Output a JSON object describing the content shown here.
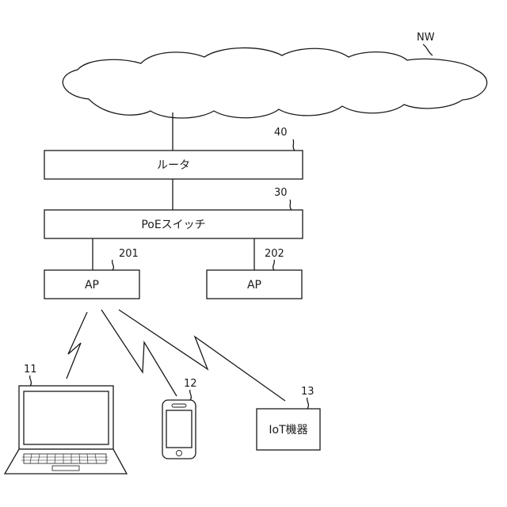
{
  "network": {
    "ref": "NW"
  },
  "router": {
    "label": "ルータ",
    "ref": "40"
  },
  "poe_switch": {
    "label": "PoEスイッチ",
    "ref": "30"
  },
  "ap1": {
    "label": "AP",
    "ref": "201"
  },
  "ap2": {
    "label": "AP",
    "ref": "202"
  },
  "laptop": {
    "ref": "11"
  },
  "phone": {
    "ref": "12"
  },
  "iot": {
    "label": "IoT機器",
    "ref": "13"
  }
}
